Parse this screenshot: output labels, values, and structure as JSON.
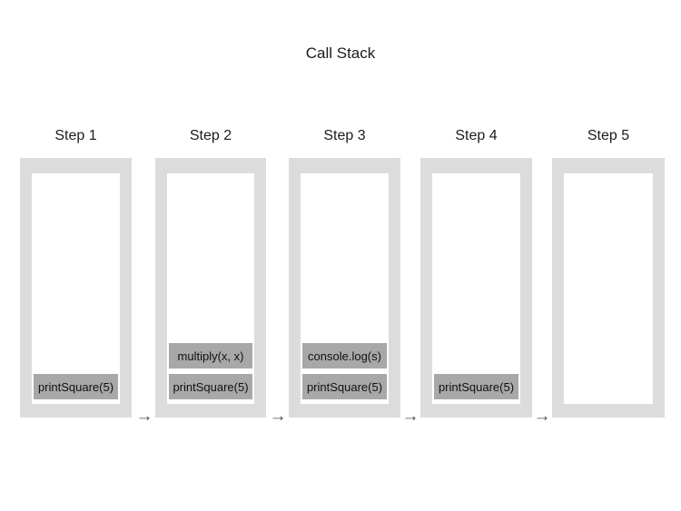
{
  "title": "Call Stack",
  "arrow_glyph": "→",
  "steps": [
    {
      "label": "Step 1",
      "frames": [
        "printSquare(5)"
      ]
    },
    {
      "label": "Step 2",
      "frames": [
        "multiply(x, x)",
        "printSquare(5)"
      ]
    },
    {
      "label": "Step 3",
      "frames": [
        "console.log(s)",
        "printSquare(5)"
      ]
    },
    {
      "label": "Step 4",
      "frames": [
        "printSquare(5)"
      ]
    },
    {
      "label": "Step 5",
      "frames": []
    }
  ],
  "colors": {
    "stack_container": "#dcdcdc",
    "stack_interior": "#ffffff",
    "stack_frame": "#a8a8a8",
    "arrow": "#4d4d4d",
    "text": "#1c1c1c"
  }
}
